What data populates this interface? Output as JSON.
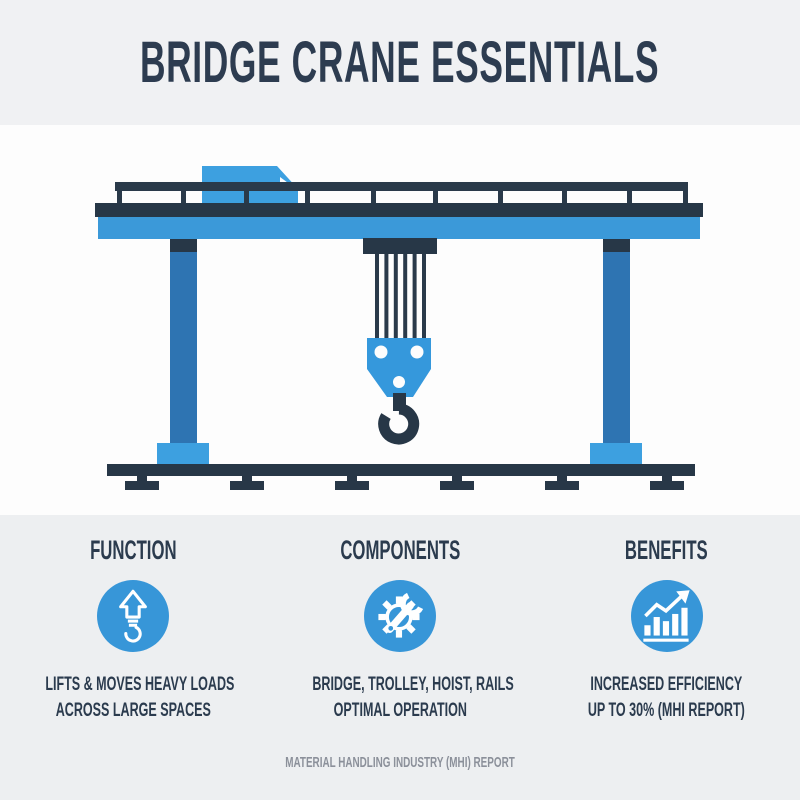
{
  "title": "BRIDGE CRANE ESSENTIALS",
  "sections": {
    "columns": [
      {
        "heading": "FUNCTION",
        "icon": "lifting-hook-arrow-icon",
        "text_line1": "LIFTS & MOVES HEAVY LOADS",
        "text_line2": "ACROSS LARGE SPACES"
      },
      {
        "heading": "COMPONENTS",
        "icon": "gear-wrench-icon",
        "text_line1": "BRIDGE, TROLLEY, HOIST, RAILS",
        "text_line2": "OPTIMAL OPERATION"
      },
      {
        "heading": "BENEFITS",
        "icon": "growth-bar-chart-icon",
        "text_line1": "INCREASED EFFICIENCY",
        "text_line2": "UP TO 30% (MHI REPORT)"
      }
    ],
    "footer": "MATERIAL HANDLING INDUSTRY (MHI) REPORT"
  },
  "illustration": {
    "subject": "overhead bridge crane with trolley, hoist cables, hook block and runway rail"
  },
  "colors": {
    "accent_blue": "#3796d8",
    "girder_blue": "#3b99d9",
    "leg_blue": "#2e74b2",
    "navy": "#273747",
    "text_navy": "#2b3b4e",
    "footer_gray": "#8b909a",
    "top_band_gray": "#f0f1f3",
    "bottom_band_gray": "#edeff1"
  }
}
